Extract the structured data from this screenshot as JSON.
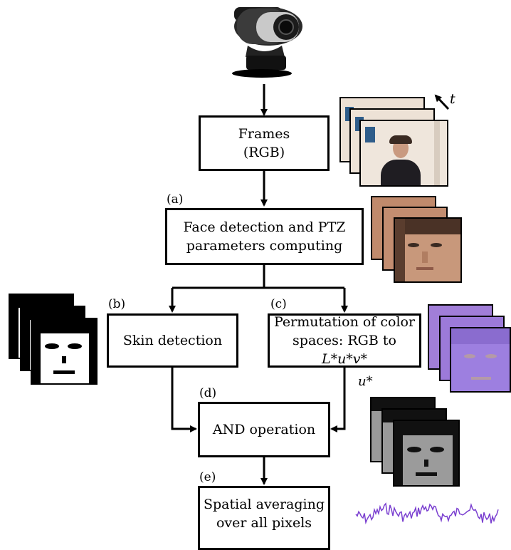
{
  "boxes": {
    "frames": {
      "line1": "Frames",
      "line2": "(RGB)"
    },
    "face": {
      "line1": "Face detection and PTZ",
      "line2": "parameters computing"
    },
    "skin": {
      "line1": "Skin detection"
    },
    "perm": {
      "line1": "Permutation of color",
      "line2_prefix": "spaces: RGB to ",
      "line2_italic": "L*u*v*"
    },
    "and": {
      "line1": "AND operation"
    },
    "spatial": {
      "line1": "Spatial averaging",
      "line2": "over all pixels"
    }
  },
  "tags": {
    "a": "(a)",
    "b": "(b)",
    "c": "(c)",
    "d": "(d)",
    "e": "(e)"
  },
  "labels": {
    "time": "t",
    "u_channel": "u*"
  },
  "colors": {
    "line": "#000000",
    "signal": "#7a3fd0",
    "lilac": "#9c7fe0",
    "gray": "#9a9a9a",
    "wall": "#efe6dc"
  },
  "icons": [
    "webcam-icon",
    "rgb-frames-stack",
    "face-crop-stack",
    "skin-mask-stack",
    "luv-stack",
    "u-channel-stack",
    "pulse-signal"
  ]
}
